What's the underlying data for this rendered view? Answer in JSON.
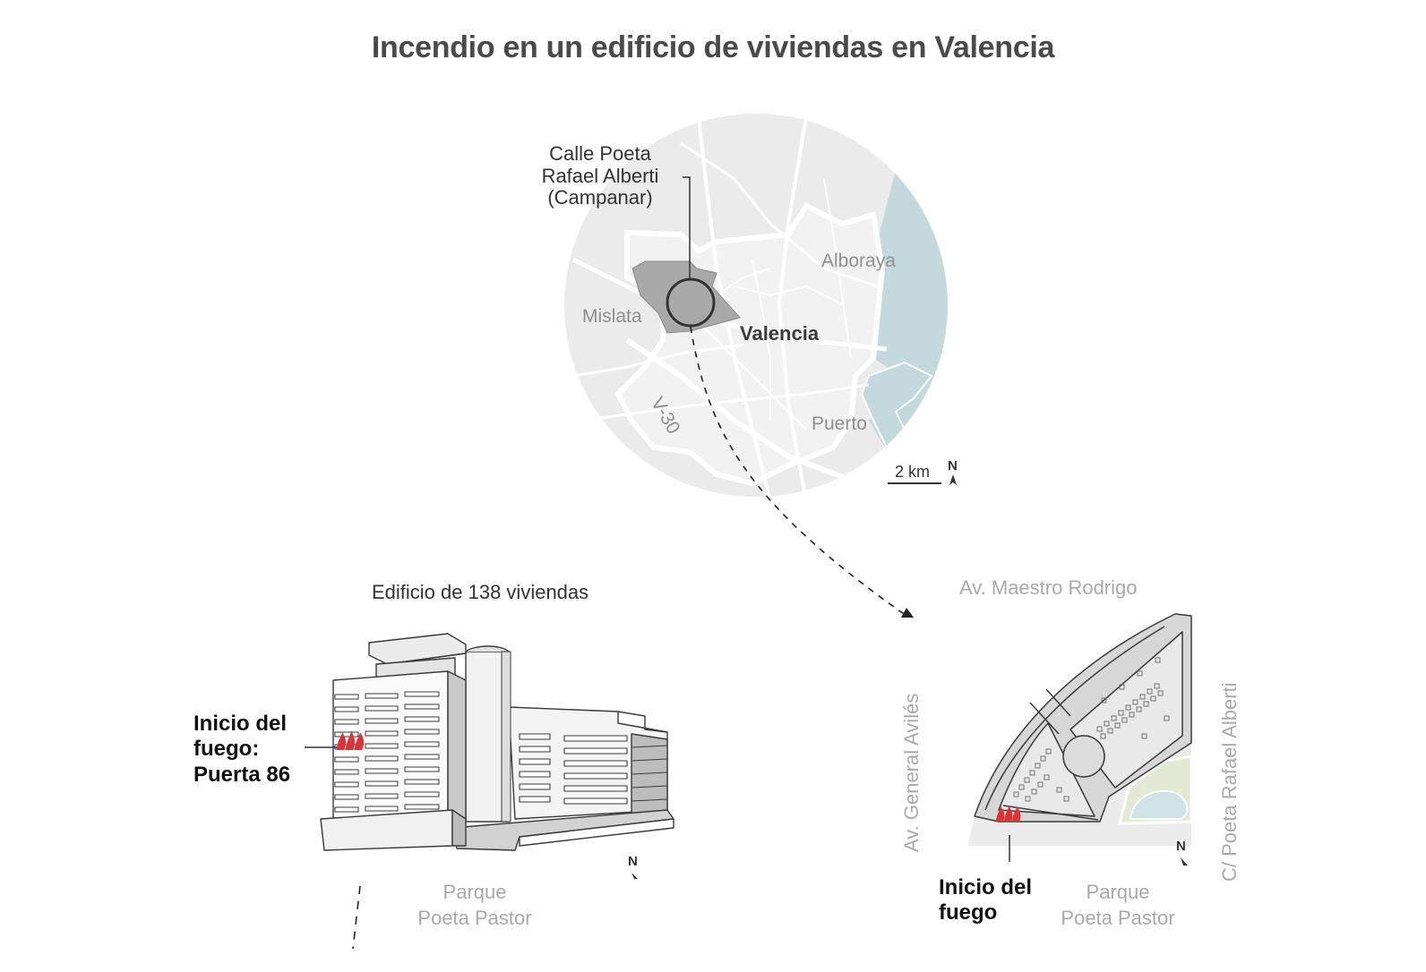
{
  "title": "Incendio en un edificio de viviendas en Valencia",
  "locator_map": {
    "callout": "Calle Poeta\nRafael Alberti\n(Campanar)",
    "places": {
      "alboraya": "Alboraya",
      "mislata": "Mislata",
      "valencia": "Valencia",
      "puerto": "Puerto",
      "v30": "V-30"
    },
    "scale_label": "2 km",
    "north_label": "N",
    "colors": {
      "land": "#ebebeb",
      "sea": "#c4d9dd",
      "district": "#a9a9a9",
      "roads": "#ffffff"
    }
  },
  "building_view": {
    "subtitle": "Edificio de 138 viviendas",
    "fire_label": "Inicio del\nfuego:\nPuerta 86",
    "park_label": "Parque\nPoeta Pastor",
    "north_label": "N",
    "icon": "fire-icon",
    "fire_color": "#d8343a"
  },
  "site_plan": {
    "street_top": "Av. Maestro Rodrigo",
    "street_left": "Av. General Avilés",
    "street_right": "C/ Poeta Rafael Alberti",
    "fire_label": "Inicio del\nfuego",
    "park_label": "Parque\nPoeta Pastor",
    "north_label": "N",
    "colors": {
      "building": "#d7d7d7",
      "courtyard": "#ececec",
      "pool": "#cfe2e6",
      "garden": "#e2ead6"
    }
  }
}
